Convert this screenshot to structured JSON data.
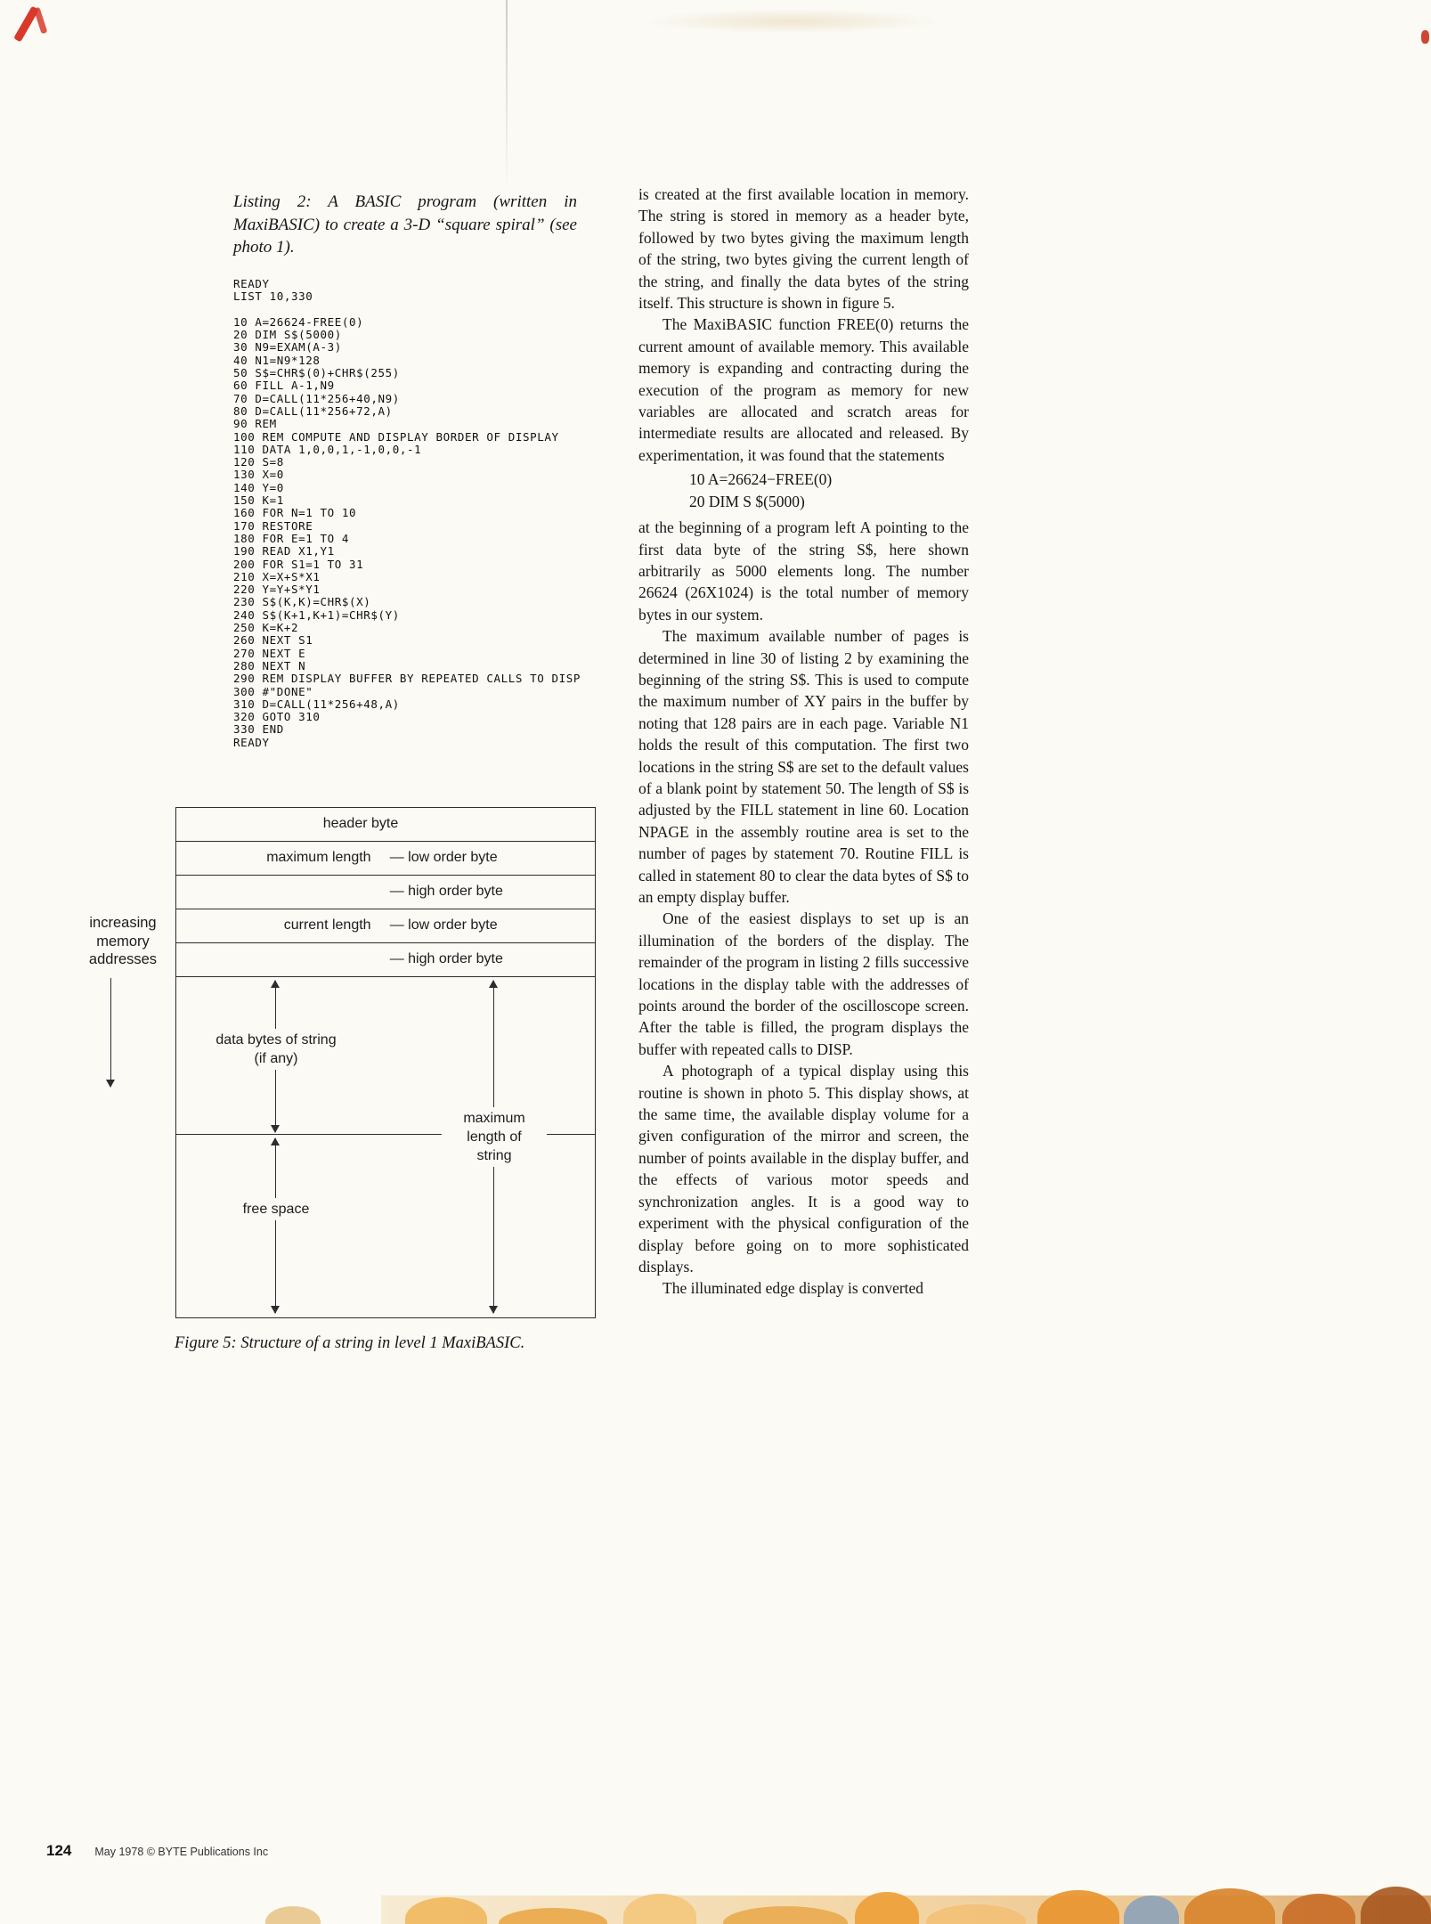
{
  "listing2": {
    "caption": "Listing 2: A BASIC program (written in MaxiBASIC) to create a 3-D “square spiral” (see photo 1).",
    "code": "READY\nLIST 10,330\n\n10 A=26624-FREE(0)\n20 DIM S$(5000)\n30 N9=EXAM(A-3)\n40 N1=N9*128\n50 S$=CHR$(0)+CHR$(255)\n60 FILL A-1,N9\n70 D=CALL(11*256+40,N9)\n80 D=CALL(11*256+72,A)\n90 REM\n100 REM COMPUTE AND DISPLAY BORDER OF DISPLAY\n110 DATA 1,0,0,1,-1,0,0,-1\n120 S=8\n130 X=0\n140 Y=0\n150 K=1\n160 FOR N=1 TO 10\n170 RESTORE\n180 FOR E=1 TO 4\n190 READ X1,Y1\n200 FOR S1=1 TO 31\n210 X=X+S*X1\n220 Y=Y+S*Y1\n230 S$(K,K)=CHR$(X)\n240 S$(K+1,K+1)=CHR$(Y)\n250 K=K+2\n260 NEXT S1\n270 NEXT E\n280 NEXT N\n290 REM DISPLAY BUFFER BY REPEATED CALLS TO DISP\n300 #\"DONE\"\n310 D=CALL(11*256+48,A)\n320 GOTO 310\n330 END\nREADY"
  },
  "figure5": {
    "box_rows": [
      {
        "label": "header byte",
        "sub": "",
        "cls": "center"
      },
      {
        "label": "maximum length",
        "sub": "— low order byte"
      },
      {
        "label": "",
        "sub": "— high order byte"
      },
      {
        "label": "current length",
        "sub": "— low order byte"
      },
      {
        "label": "",
        "sub": "— high order byte"
      }
    ],
    "data_bytes_label": "data bytes of string\n(if any)",
    "free_space_label": "free space",
    "max_length_label": "maximum\nlength of\nstring",
    "memory_label": "increasing\nmemory\naddresses",
    "caption": "Figure 5: Structure of a string in level 1 MaxiBASIC."
  },
  "article": {
    "paragraphs": [
      {
        "cls": "noindent",
        "text": "is created at the first available location in memory. The string is stored in memory as a header byte, followed by two bytes giving the maximum length of the string, two bytes giving the current length of the string, and finally the data bytes of the string itself. This structure is shown in figure 5."
      },
      {
        "cls": "indent",
        "text": "The MaxiBASIC function FREE(0) returns the current amount of available memory. This available memory is expanding and contracting during the execution of the program as memory for new variables are allocated and scratch areas for intermediate results are allocated and released. By experimentation, it was found that the statements"
      },
      {
        "cls": "inset",
        "text": "10 A=26624−FREE(0)\n20 DIM S $(5000)"
      },
      {
        "cls": "noindent",
        "text": "at the beginning of a program left A pointing to the first data byte of the string S$, here shown arbitrarily as 5000 elements long. The number 26624 (26X1024) is the total number of memory bytes in our system."
      },
      {
        "cls": "indent",
        "text": "The maximum available number of pages is determined in line 30 of listing 2 by examining the beginning of the string S$. This is used to compute the maximum number of XY pairs in the buffer by noting that 128 pairs are in each page. Variable N1 holds the result of this computation. The first two locations in the string S$ are set to the default values of a blank point by statement 50. The length of S$ is adjusted by the FILL statement in line 60. Location NPAGE in the assembly routine area is set to the number of pages by statement 70. Routine FILL is called in statement 80 to clear the data bytes of S$ to an empty display buffer."
      },
      {
        "cls": "indent",
        "text": "One of the easiest displays to set up is an illumination of the borders of the display. The remainder of the program in listing 2 fills successive locations in the display table with the addresses of points around the border of the oscilloscope screen. After the table is filled, the program displays the buffer with repeated calls to DISP."
      },
      {
        "cls": "indent",
        "text": "A photograph of a typical display using this routine is shown in photo 5. This display shows, at the same time, the available display volume for a given configuration of the mirror and screen, the number of points available in the display buffer, and the effects of various motor speeds and synchronization angles. It is a good way to experiment with the physical configuration of the display before going on to more sophisticated displays."
      },
      {
        "cls": "indent",
        "text": "The illuminated edge display is converted"
      }
    ]
  },
  "footer": {
    "page_number": "124",
    "text": "May 1978 © BYTE Publications Inc"
  }
}
